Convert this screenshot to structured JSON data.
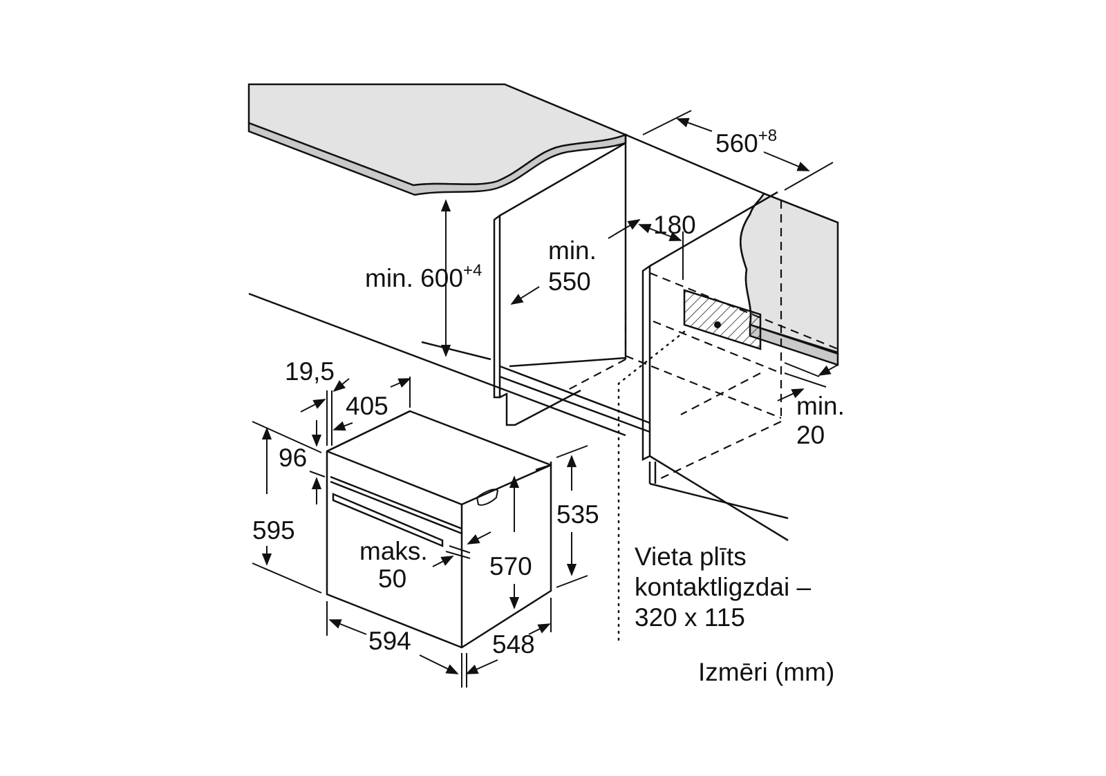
{
  "dimensions": {
    "min_600": "min. 600",
    "min_600_tol": "+4",
    "min_550_a": "min.",
    "min_550_b": "550",
    "d180": "180",
    "d560": "560",
    "d560_tol": "+8",
    "min_20_a": "min.",
    "min_20_b": "20",
    "d19_5": "19,5",
    "d405": "405",
    "d96": "96",
    "d595": "595",
    "maks_a": "maks.",
    "maks_b": "50",
    "d570": "570",
    "d535": "535",
    "d594": "594",
    "d548": "548"
  },
  "note": {
    "line1": "Vieta plīts",
    "line2": "kontaktligzdai –",
    "line3": "320 x 115"
  },
  "units_label": "Izmēri (mm)"
}
